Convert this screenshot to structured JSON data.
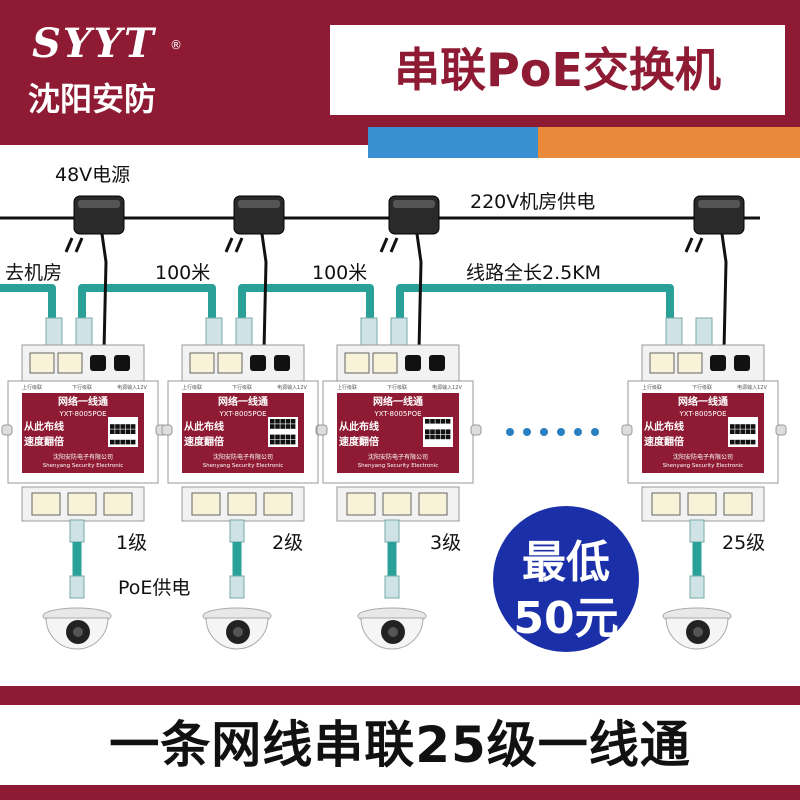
{
  "header": {
    "logo_text": "SYYT",
    "logo_mark": "®",
    "company": "沈阳安防",
    "title": "串联PoE交换机"
  },
  "colors": {
    "brand": "#8e1b33",
    "stripe_blue": "#3a8fd0",
    "stripe_orange": "#e98a3b",
    "cable": "#2aa198",
    "badge": "#1b2fa8"
  },
  "labels": {
    "power_48v": "48V电源",
    "power_220v": "220V机房供电",
    "to_room": "去机房",
    "distance_1": "100米",
    "distance_2": "100米",
    "total_length": "线路全长2.5KM",
    "poe_power": "PoE供电",
    "level_1": "1级",
    "level_2": "2级",
    "level_3": "3级",
    "level_25": "25级"
  },
  "device": {
    "product_name": "网络一线通",
    "model": "YXT-8005POE",
    "slogan_1": "从此布线",
    "slogan_2": "速度翻倍",
    "maker_cn": "沈阳安防电子有限公司",
    "maker_en": "Shenyang Security Electronic",
    "port_labels": [
      "上行级联",
      "下行级联",
      "电源输入12V"
    ]
  },
  "badge": {
    "line1": "最低",
    "line2": "50元"
  },
  "footer": {
    "slogan": "一条网线串联25级一线通"
  }
}
